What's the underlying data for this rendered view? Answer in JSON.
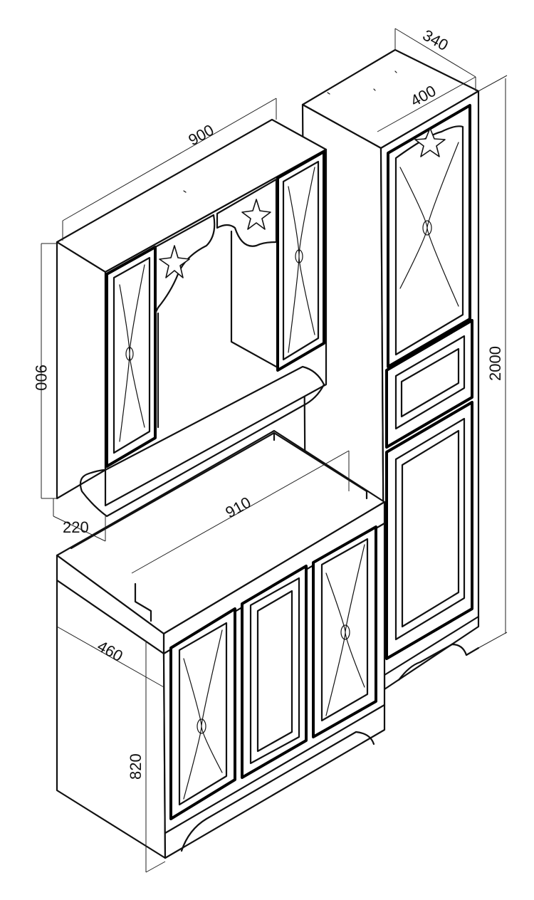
{
  "dimensions": {
    "mirror_cabinet_width": "900",
    "mirror_cabinet_height": "900",
    "mirror_cabinet_depth": "220",
    "vanity_width": "910",
    "vanity_depth": "460",
    "vanity_height": "820",
    "tall_cabinet_depth": "340",
    "tall_cabinet_width": "400",
    "tall_cabinet_height": "2000"
  }
}
